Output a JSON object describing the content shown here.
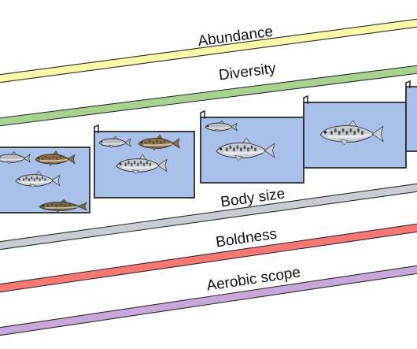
{
  "bands": [
    {
      "id": "abundance",
      "label": "Abundance",
      "color": "#fbf8a8"
    },
    {
      "id": "diversity",
      "label": "Diversity",
      "color": "#a8d290"
    },
    {
      "id": "body-size",
      "label": "Body size",
      "color": "#c9cdd3"
    },
    {
      "id": "boldness",
      "label": "Boldness",
      "color": "#f77775"
    },
    {
      "id": "aerobic-scope",
      "label": "Aerobic scope",
      "color": "#c7a8d8"
    }
  ],
  "colors": {
    "stroke": "#2b2b2b",
    "tank_water": "#a9c1e8",
    "trout_body": "#c8ccd4",
    "trout_spots": "#3a3a3a",
    "minnow_body": "#b8bcc4",
    "loach_body": "#7a6a44",
    "sucker_body": "#8a7040"
  },
  "tanks": [
    {
      "id": "tank-1",
      "fish": [
        "minnow",
        "sculpin",
        "trout",
        "loach"
      ]
    },
    {
      "id": "tank-2",
      "fish": [
        "minnow",
        "sculpin",
        "trout"
      ]
    },
    {
      "id": "tank-3",
      "fish": [
        "minnow",
        "trout"
      ]
    },
    {
      "id": "tank-4",
      "fish": [
        "trout"
      ]
    },
    {
      "id": "tank-5",
      "fish": []
    }
  ]
}
